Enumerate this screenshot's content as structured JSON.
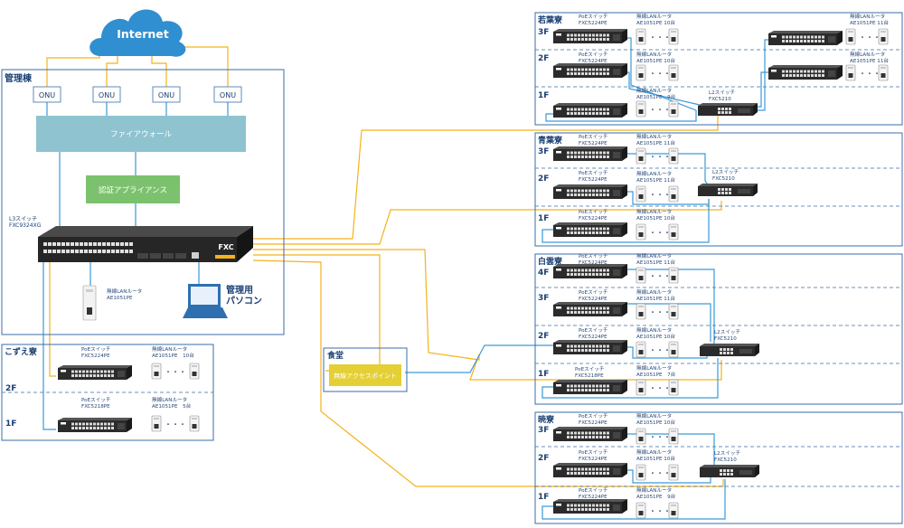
{
  "internet": "Internet",
  "onu": "ONU",
  "kanri": {
    "title": "管理棟",
    "firewall": "ファイアウォール",
    "auth": "認証アプライアンス",
    "l3_name": "L3スイッチ",
    "l3_model": "FXC9324XG",
    "ap_name": "無線LANルータ",
    "ap_model": "AE1051PE",
    "pc_line1": "管理用",
    "pc_line2": "パソコン"
  },
  "brand": "FXC",
  "ellipsis": "・・・",
  "kozue": {
    "title": "こずえ寮",
    "f2": "2F",
    "f1": "1F",
    "sw2_name": "PoEスイッチ",
    "sw2_model": "FXC5224PE",
    "ap2_name": "無線LANルータ",
    "ap2_model": "AE1051PE　10台",
    "sw1_name": "PoEスイッチ",
    "sw1_model": "FXC5218PE",
    "ap1_name": "無線LANルータ",
    "ap1_model": "AE1051PE　5台"
  },
  "shokudo": {
    "title": "食堂",
    "ap": "無線アクセスポイント"
  },
  "wakaba": {
    "title": "若葉寮",
    "f3": "3F",
    "f2": "2F",
    "f1": "1F",
    "sw3_name": "PoEスイッチ",
    "sw3_model": "FXC5224PE",
    "ap3_name": "無線LANルータ",
    "ap3_model": "AE1051PE 10台",
    "sw2_name": "PoEスイッチ",
    "sw2_model": "FXC5224PE",
    "ap2_name": "無線LANルータ",
    "ap2_model": "AE1051PE 10台",
    "ap1_name": "無線LANルータ",
    "ap1_model": "AE1051PE　9台",
    "l2_name": "L2スイッチ",
    "l2_model": "FXC5210",
    "apr3_name": "無線LANルータ",
    "apr3_model": "AE1051PE 11台",
    "apr2_name": "無線LANルータ",
    "apr2_model": "AE1051PE 11台"
  },
  "aoba": {
    "title": "青葉寮",
    "f3": "3F",
    "f2": "2F",
    "f1": "1F",
    "sw3_name": "PoEスイッチ",
    "sw3_model": "FXC5224PE",
    "ap3_name": "無線LANルータ",
    "ap3_model": "AE1051PE 11台",
    "sw2_name": "PoEスイッチ",
    "sw2_model": "FXC5224PE",
    "ap2_name": "無線LANルータ",
    "ap2_model": "AE1051PE 11台",
    "sw1_name": "PoEスイッチ",
    "sw1_model": "FXC5224PE",
    "ap1_name": "無線LANルータ",
    "ap1_model": "AE1051PE 10台",
    "l2_name": "L2スイッチ",
    "l2_model": "FXC5210"
  },
  "hakuun": {
    "title": "白雲寮",
    "f4": "4F",
    "f3": "3F",
    "f2": "2F",
    "f1": "1F",
    "sw4_name": "PoEスイッチ",
    "sw4_model": "FXC5224PE",
    "ap4_name": "無線LANルータ",
    "ap4_model": "AE1051PE 11台",
    "sw3_name": "PoEスイッチ",
    "sw3_model": "FXC5224PE",
    "ap3_name": "無線LANルータ",
    "ap3_model": "AE1051PE 11台",
    "sw2_name": "PoEスイッチ",
    "sw2_model": "FXC5224PE",
    "ap2_name": "無線LANルータ",
    "ap2_model": "AE1051PE 10台",
    "sw1_name": "PoEスイッチ",
    "sw1_model": "FXC5218PE",
    "ap1_name": "無線LANルータ",
    "ap1_model": "AE1051PE　7台",
    "l2_name": "L2スイッチ",
    "l2_model": "FXC5210"
  },
  "gyo": {
    "title": "暁寮",
    "f3": "3F",
    "f2": "2F",
    "f1": "1F",
    "sw3_name": "PoEスイッチ",
    "sw3_model": "FXC5224PE",
    "ap3_name": "無線LANルータ",
    "ap3_model": "AE1051PE 10台",
    "sw2_name": "PoEスイッチ",
    "sw2_model": "FXC5224PE",
    "ap2_name": "無線LANルータ",
    "ap2_model": "AE1051PE 10台",
    "sw1_name": "PoEスイッチ",
    "sw1_model": "FXC5224PE",
    "ap1_name": "無線LANルータ",
    "ap1_model": "AE1051PE　9台",
    "l2_name": "L2スイッチ",
    "l2_model": "FXC5210"
  }
}
